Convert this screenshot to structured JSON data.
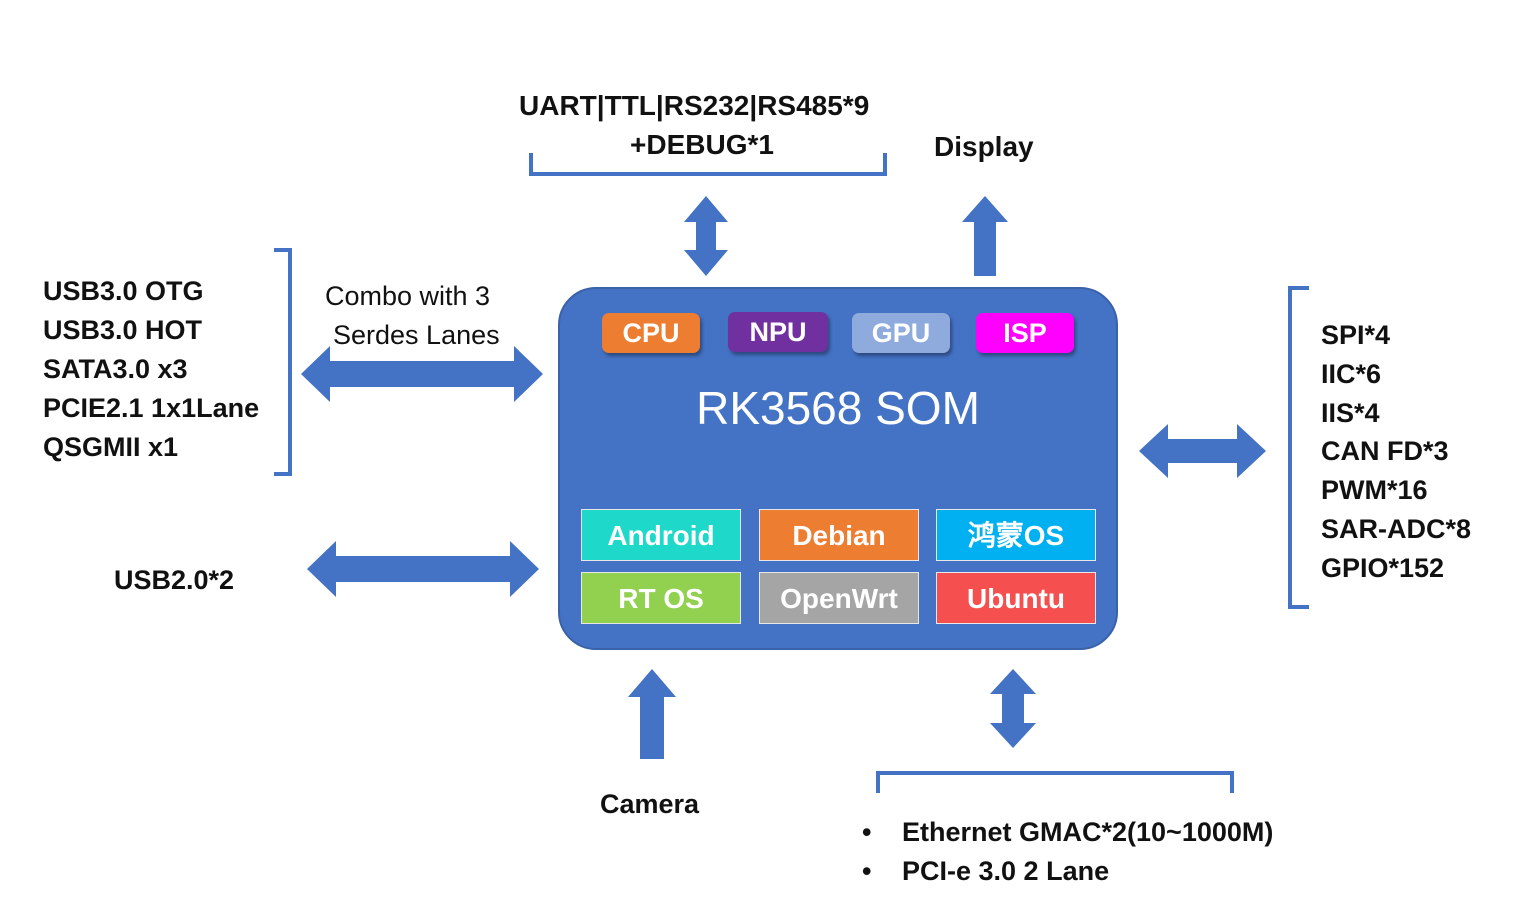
{
  "uart": {
    "line1": "UART|TTL|RS232|RS485*9",
    "line2": "+DEBUG*1"
  },
  "display": {
    "label": "Display"
  },
  "left_interfaces": [
    "USB3.0 OTG",
    "USB3.0 HOT",
    "SATA3.0 x3",
    "PCIE2.1 1x1Lane",
    "QSGMII x1"
  ],
  "combo_note": {
    "line1": "Combo with 3",
    "line2": "Serdes Lanes"
  },
  "usb2": {
    "label": "USB2.0*2"
  },
  "right_interfaces": [
    "SPI*4",
    "IIC*6",
    "IIS*4",
    "CAN FD*3",
    "PWM*16",
    "SAR-ADC*8",
    "GPIO*152"
  ],
  "som": {
    "title": "RK3568 SOM",
    "processors": [
      {
        "label": "CPU",
        "color": "#ed7d31"
      },
      {
        "label": "NPU",
        "color": "#7030a0"
      },
      {
        "label": "GPU",
        "color": "#8faadc"
      },
      {
        "label": "ISP",
        "color": "#ff00ff"
      }
    ],
    "os": [
      {
        "label": "Android",
        "color": "#1ed9c9"
      },
      {
        "label": "Debian",
        "color": "#ed7d31"
      },
      {
        "label": "鸿蒙OS",
        "color": "#00b0f0"
      },
      {
        "label": "RT OS",
        "color": "#92d050"
      },
      {
        "label": "OpenWrt",
        "color": "#a5a5a5"
      },
      {
        "label": "Ubuntu",
        "color": "#f5504f"
      }
    ]
  },
  "camera": {
    "label": "Camera"
  },
  "ethernet": {
    "bullet": "•",
    "items": [
      "Ethernet GMAC*2(10~1000M)",
      "PCI-e 3.0 2 Lane"
    ]
  },
  "colors": {
    "arrow": "#4472c4",
    "bracket": "#4472c4",
    "som_bg": "#4472c4"
  }
}
